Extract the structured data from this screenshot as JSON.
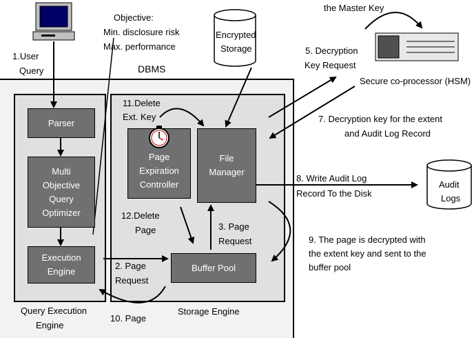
{
  "top": {
    "master_key_label": "the Master Key",
    "objective_lines": [
      "Objective:",
      "Min. disclosure risk",
      "Max. performance"
    ],
    "user_query_lines": [
      "1.User",
      "Query"
    ],
    "dbms_label": "DBMS",
    "encrypted_storage_lines": [
      "Encrypted",
      "Storage"
    ],
    "hsm_label": "Secure co-processor (HSM)"
  },
  "query_engine": {
    "title_lines": [
      "Query Execution",
      "Engine"
    ],
    "parser": "Parser",
    "optimizer_lines": [
      "Multi",
      "Objective",
      "Query",
      "Optimizer"
    ],
    "execution_lines": [
      "Execution",
      "Engine"
    ]
  },
  "storage_engine": {
    "title": "Storage Engine",
    "page_expiration_lines": [
      "Page",
      "Expiration",
      "Controller"
    ],
    "file_manager_lines": [
      "File",
      "Manager"
    ],
    "buffer_pool": "Buffer Pool"
  },
  "steps": {
    "s2_lines": [
      "2. Page",
      "Request"
    ],
    "s3_lines": [
      "3. Page",
      "Request"
    ],
    "s5_lines": [
      "5. Decryption",
      "Key Request"
    ],
    "s7_lines": [
      "7. Decryption key for the extent",
      "and Audit Log Record"
    ],
    "s8_lines": [
      "8. Write Audit Log",
      "Record To the Disk"
    ],
    "s9_lines": [
      "9. The page is decrypted with",
      "the extent key and sent to the",
      "buffer pool"
    ],
    "s10": "10. Page",
    "s11_lines": [
      "11.Delete",
      "Ext. Key"
    ],
    "s12_lines": [
      "12.Delete",
      "Page"
    ]
  },
  "audit_logs_lines": [
    "Audit",
    "Logs"
  ],
  "colors": {
    "box_fill": "#707070",
    "panel_fill": "#e0e0e0",
    "clock_red": "#cc0000"
  }
}
